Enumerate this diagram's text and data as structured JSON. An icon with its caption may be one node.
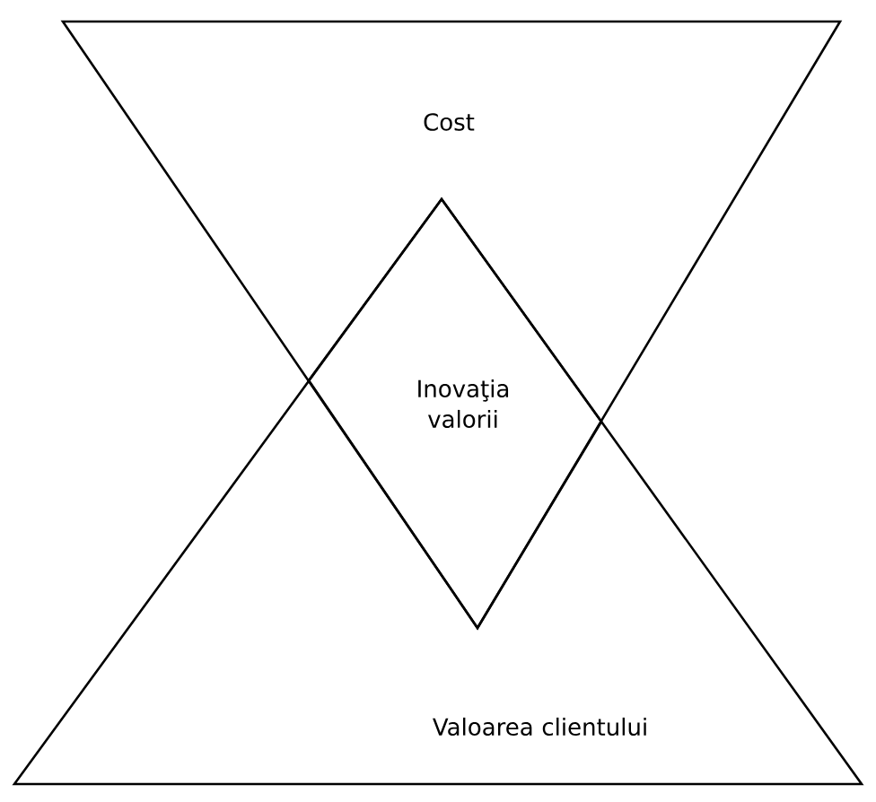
{
  "diagram": {
    "nodes": [
      {
        "text": [
          "Cost"
        ]
      },
      {
        "text": [
          "Inovaţia valorii"
        ]
      },
      {
        "text": [
          "Valoarea clientului"
        ]
      }
    ],
    "edges": []
  }
}
